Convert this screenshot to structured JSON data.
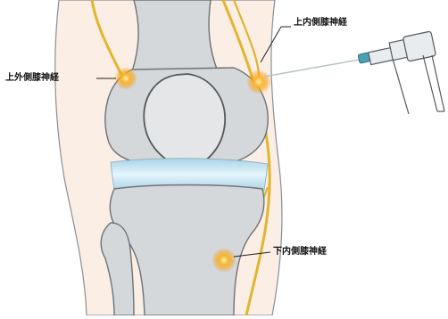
{
  "labels": {
    "upper_lateral": "上外側膝神経",
    "upper_medial": "上内側膝神経",
    "lower_medial": "下内側膝神経"
  },
  "colors": {
    "background": "#ffffff",
    "skin": "#fbeee4",
    "bone": "#d5d8db",
    "bone_outline": "#6e7276",
    "cartilage": "#bfe3f3",
    "nerve": "#e2b52e",
    "hotspot": "#f7a11a",
    "needle": "#4c9fb0",
    "instrument": "#e8ecef"
  }
}
